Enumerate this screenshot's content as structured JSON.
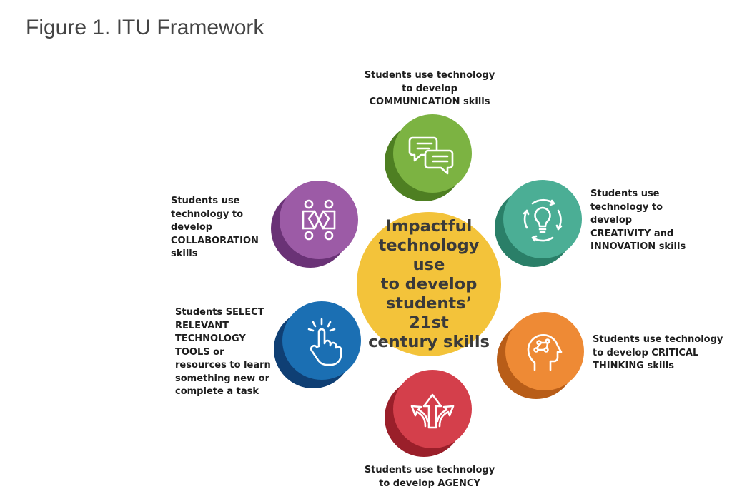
{
  "title": "Figure 1. ITU Framework",
  "colors": {
    "center": "#F3C33A",
    "communication": "#7CB342",
    "communication_dark": "#4E7F22",
    "creativity": "#4BAE95",
    "creativity_dark": "#2A7F68",
    "critical_thinking": "#EE8A35",
    "critical_thinking_dark": "#B85D18",
    "agency": "#D43F4B",
    "agency_dark": "#9A1F2A",
    "select_tools": "#1B6FB3",
    "select_tools_dark": "#0F3F74",
    "collaboration": "#9C5BA6",
    "collaboration_dark": "#6A3276"
  },
  "center": {
    "lines": [
      "Impactful",
      "technology use",
      "to develop",
      "students’ 21st",
      "century skills"
    ]
  },
  "nodes": {
    "communication": {
      "icon": "speech-bubbles-icon",
      "lines": [
        "Students use technology",
        "to develop",
        "COMMUNICATION skills"
      ]
    },
    "creativity": {
      "icon": "lightbulb-cycle-icon",
      "lines": [
        "Students use",
        "technology to",
        "develop",
        "CREATIVITY and",
        "INNOVATION skills"
      ]
    },
    "critical_thinking": {
      "icon": "brain-head-icon",
      "lines": [
        "Students use technology",
        "to develop CRITICAL",
        "THINKING skills"
      ]
    },
    "agency": {
      "icon": "diverging-arrows-icon",
      "lines": [
        "Students use technology",
        "to develop AGENCY"
      ]
    },
    "select_tools": {
      "icon": "tapping-hand-icon",
      "lines": [
        "Students SELECT",
        "RELEVANT",
        "TECHNOLOGY",
        "TOOLS or",
        "resources to learn",
        "something new or",
        "complete a task"
      ]
    },
    "collaboration": {
      "icon": "connected-people-icon",
      "lines": [
        "Students use",
        "technology to",
        "develop",
        "COLLABORATION",
        "skills"
      ]
    }
  }
}
